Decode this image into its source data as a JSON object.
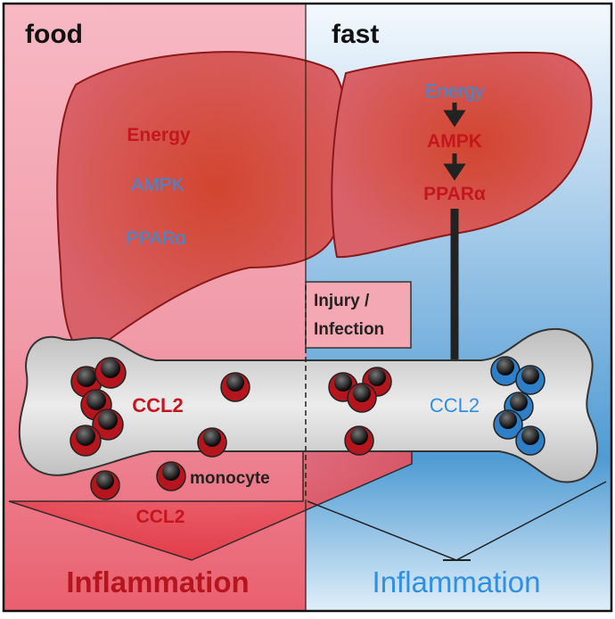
{
  "panels": {
    "left": {
      "title": "food",
      "outcome": "Inflammation"
    },
    "right": {
      "title": "fast",
      "outcome": "Inflammation"
    }
  },
  "liver_left": {
    "energy": "Energy",
    "ampk": "AMPK",
    "ppar": "PPARα"
  },
  "liver_right": {
    "energy": "Energy",
    "ampk": "AMPK",
    "ppar": "PPARα"
  },
  "injury_box": {
    "line1": "Injury /",
    "line2": "Infection"
  },
  "bone": {
    "ccl2_left": "CCL2",
    "ccl2_right": "CCL2",
    "monocyte_label": "monocyte"
  },
  "blood_ccl2": "CCL2",
  "colors": {
    "food_pink": "#f4a6b3",
    "liver_red": "#cf4a4f",
    "ccl2_red": "#c4161c",
    "blue_text": "#2f8fe0",
    "fast_blue": "#4a97cf",
    "bone_gray": "#c9c9c9"
  }
}
